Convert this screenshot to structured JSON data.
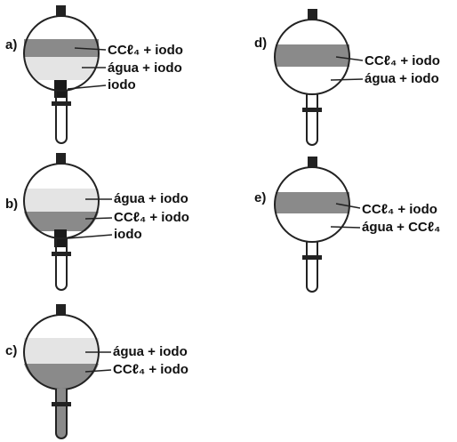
{
  "options": [
    {
      "letter": "a)",
      "layers": [
        "CCℓ₄ + iodo",
        "água + iodo",
        "iodo"
      ],
      "layer_order": [
        "dark",
        "light",
        "solid"
      ]
    },
    {
      "letter": "b)",
      "layers": [
        "água + iodo",
        "CCℓ₄ + iodo",
        "iodo"
      ],
      "layer_order": [
        "light",
        "dark",
        "solid"
      ]
    },
    {
      "letter": "c)",
      "layers": [
        "água + iodo",
        "CCℓ₄ + iodo"
      ],
      "layer_order": [
        "light",
        "dark"
      ]
    },
    {
      "letter": "d)",
      "layers": [
        "CCℓ₄ + iodo",
        "água + iodo"
      ],
      "layer_order": [
        "dark",
        "light"
      ]
    },
    {
      "letter": "e)",
      "layers": [
        "CCℓ₄ + iodo",
        "água + CCℓ₄"
      ],
      "layer_order": [
        "dark",
        "light"
      ]
    }
  ],
  "colors": {
    "outline": "#222222",
    "dark_layer": "#8a8a8a",
    "light_layer": "#e4e4e4",
    "solid_iodine": "#1a1a1a"
  }
}
